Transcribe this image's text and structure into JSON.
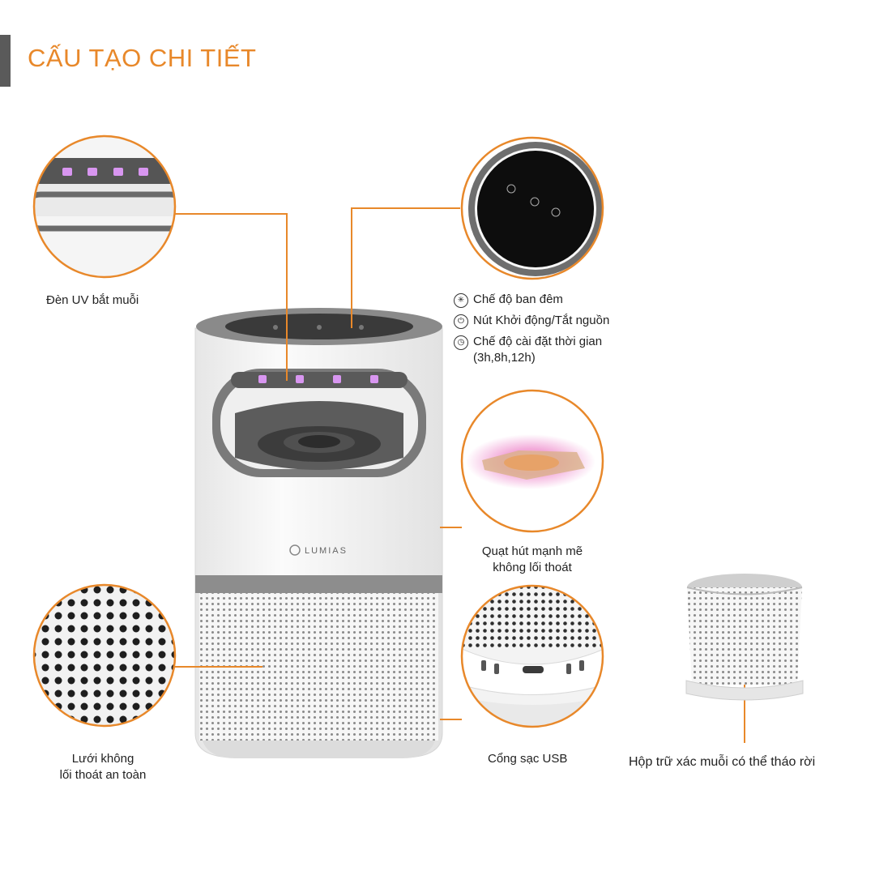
{
  "title": "CẤU TẠO CHI TIẾT",
  "brand": {
    "name": "LUMIAS"
  },
  "labels": {
    "uv_light": "Đèn UV bắt muỗi",
    "fan_line1": "Quạt hút mạnh mẽ",
    "fan_line2": "không lối thoát",
    "mesh_line1": "Lưới không",
    "mesh_line2": "lối thoát an toàn",
    "usb": "Cổng sạc USB",
    "storage_box": "Hộp trữ xác muỗi có thể tháo rời"
  },
  "controls": [
    {
      "icon": "moon-snowflake-icon",
      "glyph": "✳",
      "text": "Chế độ ban đêm"
    },
    {
      "icon": "power-icon",
      "glyph": "⏻",
      "text": "Nút Khởi động/Tắt nguồn"
    },
    {
      "icon": "timer-icon",
      "glyph": "◷",
      "text": "Chế độ cài đặt thời gian",
      "sub": "(3h,8h,12h)"
    }
  ],
  "colors": {
    "accent": "#e8882a",
    "title_bar": "#5a5a5a",
    "uv": "#c77de0",
    "device_body": "#f2f2f2",
    "device_band": "#8d8d8d"
  }
}
